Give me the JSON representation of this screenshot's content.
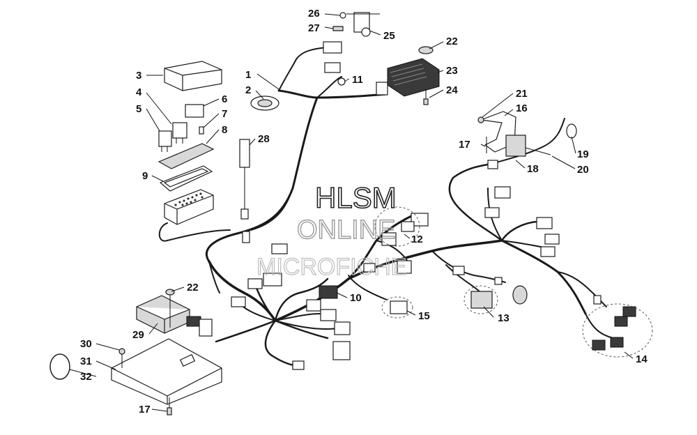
{
  "watermark": {
    "line1": "HLSM",
    "line2": "ONLINE",
    "line3": "MICROFICHE"
  },
  "callouts": {
    "c1": "1",
    "c2": "2",
    "c3": "3",
    "c4": "4",
    "c5": "5",
    "c6": "6",
    "c7": "7",
    "c8": "8",
    "c9": "9",
    "c10": "10",
    "c11": "11",
    "c12": "12",
    "c13": "13",
    "c14": "14",
    "c15": "15",
    "c16": "16",
    "c17a": "17",
    "c17b": "17",
    "c18": "18",
    "c19": "19",
    "c20": "20",
    "c21": "21",
    "c22a": "22",
    "c22b": "22",
    "c23": "23",
    "c24": "24",
    "c25": "25",
    "c26": "26",
    "c27": "27",
    "c28": "28",
    "c29": "29",
    "c30": "30",
    "c31": "31",
    "c32": "32"
  }
}
